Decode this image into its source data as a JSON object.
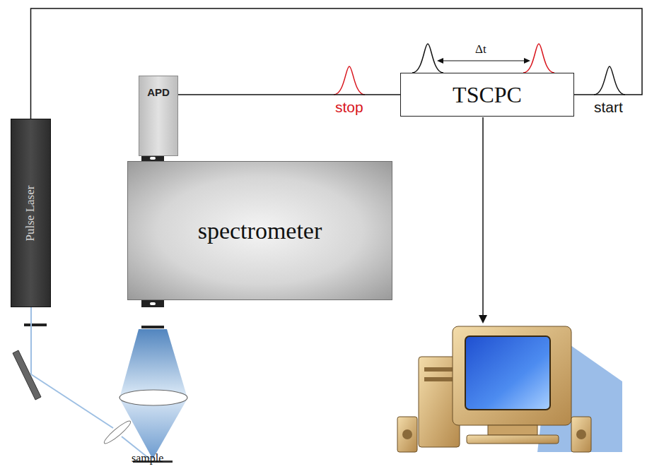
{
  "diagram": {
    "nodes": [
      {
        "text": [
          "Pulse Laser"
        ]
      },
      {
        "text": [
          "APD"
        ]
      },
      {
        "text": [
          "spectrometer"
        ]
      },
      {
        "text": [
          "TSCPC"
        ]
      }
    ],
    "edges": [
      {
        "from": 0,
        "to": 3,
        "arrow": "none"
      },
      {
        "from": 1,
        "to": 3,
        "arrow": "none"
      }
    ],
    "labels": [
      "Δt",
      "stop",
      "start",
      "sample"
    ]
  }
}
